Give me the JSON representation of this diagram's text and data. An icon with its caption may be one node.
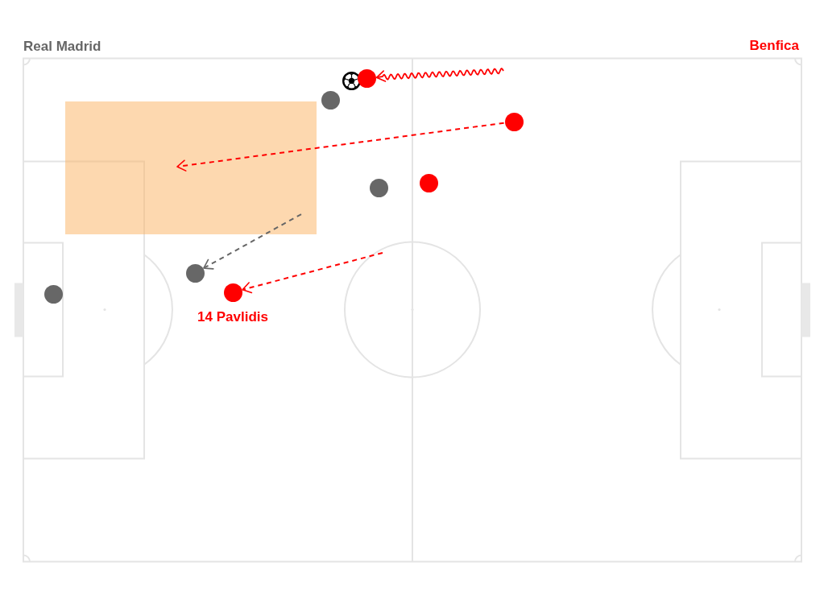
{
  "diagram": {
    "nodes": [
      {
        "text": [],
        "shape": "circle"
      },
      {
        "text": [],
        "shape": "circle"
      },
      {
        "text": [],
        "shape": "box"
      },
      {
        "text": [],
        "shape": "circle"
      },
      {
        "text": [],
        "shape": "circle"
      },
      {
        "text": [],
        "shape": "circle"
      },
      {
        "text": [],
        "shape": "circle"
      },
      {
        "text": [],
        "shape": "circle"
      },
      {
        "text": [],
        "shape": "circle",
        "beside": [
          "14 Pavlidis"
        ]
      }
    ],
    "edges": [
      {
        "from": null,
        "to": 0,
        "arrow": "to"
      },
      {
        "from": 3,
        "to": 2,
        "arrow": "to",
        "style": "dashed"
      },
      {
        "from": 2,
        "to": 6,
        "arrow": "to",
        "style": "dashed",
        "color": "#666666"
      },
      {
        "from": null,
        "to": 8,
        "arrow": "to",
        "style": "dashed"
      }
    ],
    "labels": [
      "Real Madrid",
      "Benfica"
    ]
  }
}
